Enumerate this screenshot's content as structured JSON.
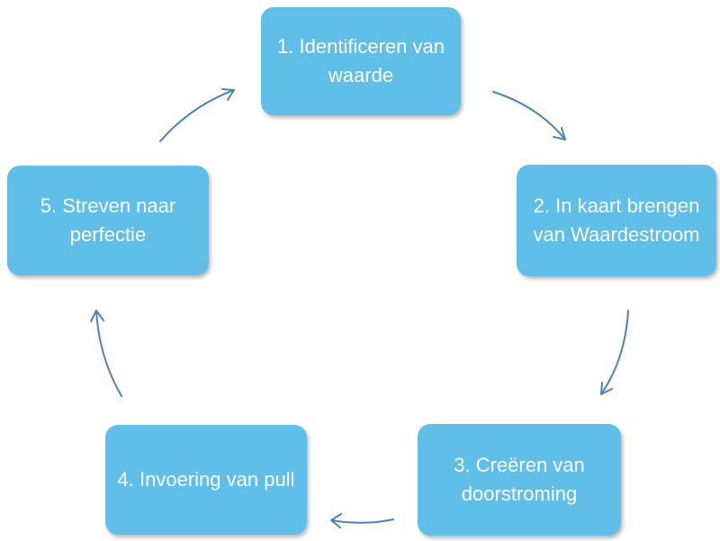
{
  "cycle": {
    "steps": [
      {
        "id": 1,
        "label": "1. Identificeren van waarde"
      },
      {
        "id": 2,
        "label": "2. In kaart brengen van Waardestroom"
      },
      {
        "id": 3,
        "label": "3. Creëren van doorstroming"
      },
      {
        "id": 4,
        "label": "4. Invoering van pull"
      },
      {
        "id": 5,
        "label": "5. Streven naar perfectie"
      }
    ],
    "flow": [
      {
        "from": 1,
        "to": 2
      },
      {
        "from": 2,
        "to": 3
      },
      {
        "from": 3,
        "to": 4
      },
      {
        "from": 4,
        "to": 5
      },
      {
        "from": 5,
        "to": 1
      }
    ]
  },
  "colors": {
    "box_fill": "#5fbfe9",
    "box_text": "#ffffff",
    "arrow": "#4f81bd"
  }
}
